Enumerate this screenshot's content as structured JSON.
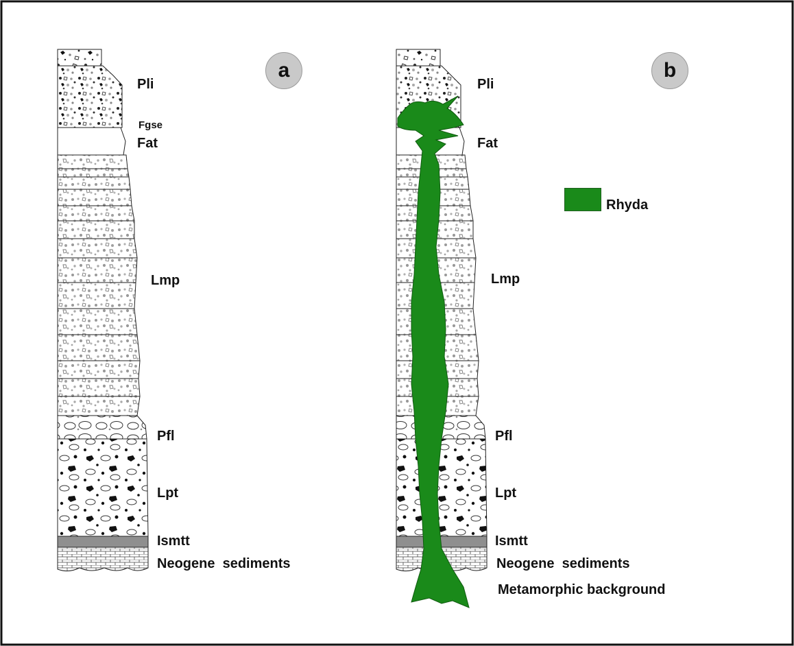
{
  "panels": [
    {
      "id": "a",
      "badge": "a",
      "labels": {
        "pli": "Pli",
        "fgse": "Fgse",
        "fat": "Fat",
        "lmp": "Lmp",
        "pfl": "Pfl",
        "lpt": "Lpt",
        "ismtt": "Ismtt",
        "neogene": "Neogene  sediments"
      }
    },
    {
      "id": "b",
      "badge": "b",
      "labels": {
        "pli": "Pli",
        "fat": "Fat",
        "lmp": "Lmp",
        "pfl": "Pfl",
        "lpt": "Lpt",
        "ismtt": "Ismtt",
        "neogene": "Neogene  sediments",
        "metamorphic": "Metamorphic background"
      }
    }
  ],
  "legend": {
    "label": "Rhyda",
    "color": "#1a8a1a"
  },
  "colors": {
    "rhyda": "#1a8a1a",
    "rhyda_edge": "#0f5a0f",
    "frame": "#111111",
    "badge": "#c9c9c9",
    "ismtt_band": "#8f8f8f"
  }
}
